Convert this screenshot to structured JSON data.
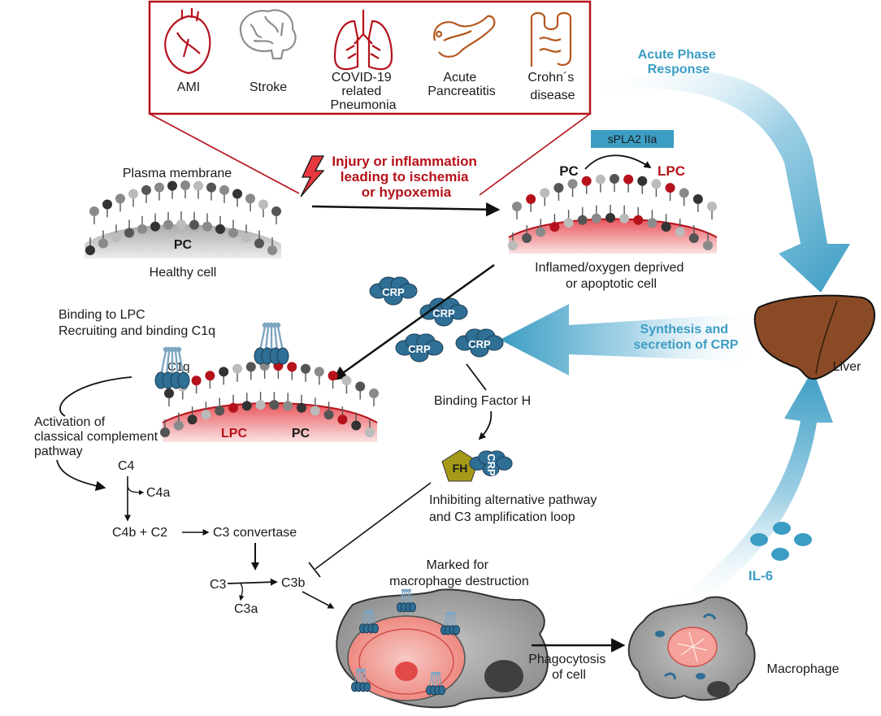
{
  "diseases": [
    "AMI",
    "Stroke",
    [
      "COVID-19",
      "related",
      "Pneumonia"
    ],
    [
      "Acute",
      "Pancreatitis"
    ],
    [
      "Crohn´s",
      "disease"
    ]
  ],
  "healthy": {
    "plasma_membrane": "Plasma membrane",
    "pc": "PC",
    "cell": "Healthy cell"
  },
  "injury": [
    "Injury or inflammation",
    "leading to ischemia",
    "or hypoxemia"
  ],
  "inflamed": {
    "enzyme": "sPLA2 IIa",
    "pc": "PC",
    "lpc": "LPC",
    "label": [
      "Inflamed/oxygen deprived",
      "or apoptotic cell"
    ]
  },
  "acute_phase": [
    "Acute Phase",
    "Response"
  ],
  "synthesis": [
    "Synthesis and",
    "secretion of CRP"
  ],
  "liver": "Liver",
  "crp": "CRP",
  "binding_lpc": [
    "Binding to LPC",
    "Recruiting and binding C1q"
  ],
  "c1q": "C1q",
  "membrane2": {
    "lpc": "LPC",
    "pc": "PC"
  },
  "binding_fh": "Binding Factor H",
  "fh": "FH",
  "inhibiting": [
    "Inhibiting alternative pathway",
    "and C3 amplification loop"
  ],
  "activation": [
    "Activation of",
    "classical complement",
    "pathway"
  ],
  "cascade": {
    "c4": "C4",
    "c4a": "C4a",
    "c4b_c2": "C4b + C2",
    "c3_convertase": "C3 convertase",
    "c3": "C3",
    "c3b": "C3b",
    "c3a": "C3a"
  },
  "marked": [
    "Marked for",
    "macrophage destruction"
  ],
  "phagocytosis": [
    "Phagocytosis",
    "of cell"
  ],
  "macrophage": "Macrophage",
  "il6": "IL-6",
  "colors": {
    "red": "#b5121b",
    "blue": "#3c9dc4",
    "crp": "#2f6f95",
    "fh": "#a49a17",
    "liver": "#8a4a26"
  }
}
